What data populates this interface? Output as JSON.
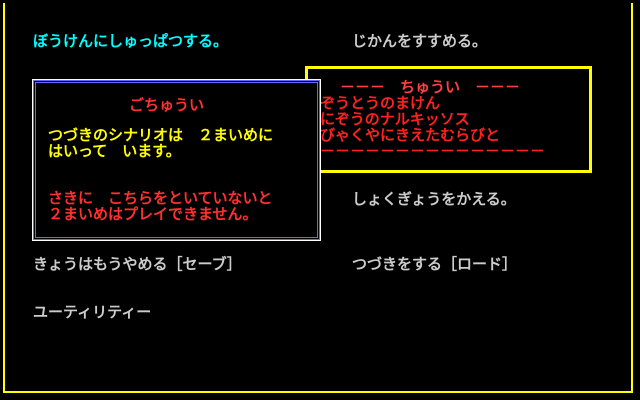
{
  "menu": {
    "adventure": "ぼうけんにしゅっぱつする。",
    "advance_time": "じかんをすすめる。",
    "change_class": "しょくぎょうをかえる。",
    "quit_save": "きょうはもうやめる［セーブ］",
    "continue_load": "つづきをする［ロード］",
    "utility": "ユーティリティー"
  },
  "scenario_box": {
    "header": "－－－　ちゅうい　－－－",
    "lines": [
      "ぞうとうのまけん",
      "にぞうのナルキッソス",
      "びゃくやにきえたむらびと"
    ],
    "footer": "－－－－－－－－－－－－－－－"
  },
  "warning_dialog": {
    "title": "ごちゅうい",
    "msg1_line1": "つづきのシナリオは　２まいめに",
    "msg1_line2": "はいって　います。",
    "msg2_line1": "さきに　こちらをといていないと",
    "msg2_line2": "２まいめはプレイできません。"
  },
  "colors": {
    "frame": "#ffff00",
    "selected": "#00ffff",
    "menu": "#cccccc",
    "warning": "#ff2020",
    "dialog_border": "#6666ff"
  }
}
